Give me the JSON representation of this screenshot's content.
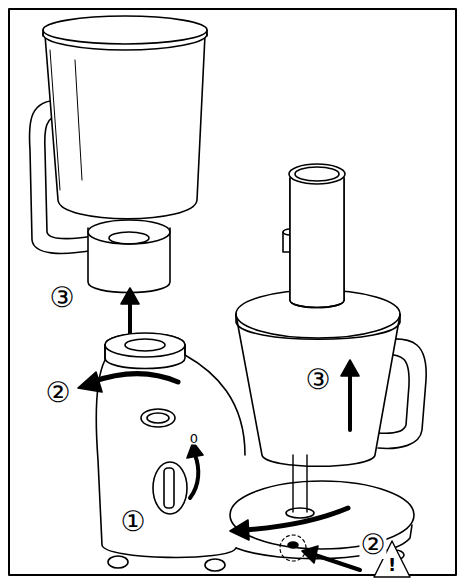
{
  "diagram": {
    "labels": [
      "③",
      "②",
      "①",
      "0",
      "②",
      "③",
      "!"
    ]
  }
}
